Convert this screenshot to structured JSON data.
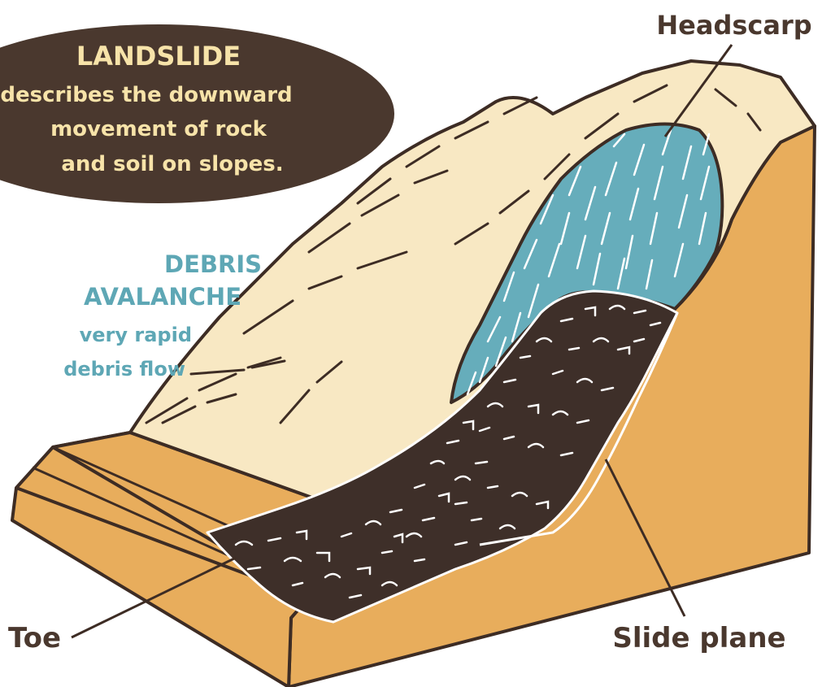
{
  "diagram": {
    "callout": {
      "title": "LANDSLIDE",
      "line1": "describes the downward",
      "line2": "movement of rock",
      "line3": "and soil on slopes."
    },
    "labels": {
      "headscarp": "Headscarp",
      "debris_title_1": "DEBRIS",
      "debris_title_2": "AVALANCHE",
      "debris_desc_1": "very rapid",
      "debris_desc_2": "debris flow",
      "toe": "Toe",
      "slide_plane": "Slide plane"
    },
    "colors": {
      "earth": "#e8ad5c",
      "slope_surface": "#f8e8c3",
      "scar": "#66adbb",
      "debris": "#3e2f29",
      "outline": "#3d2c24",
      "callout_fill": "#4a382e",
      "callout_text": "#f7e3a9",
      "teal_text": "#5ea7b5"
    }
  }
}
